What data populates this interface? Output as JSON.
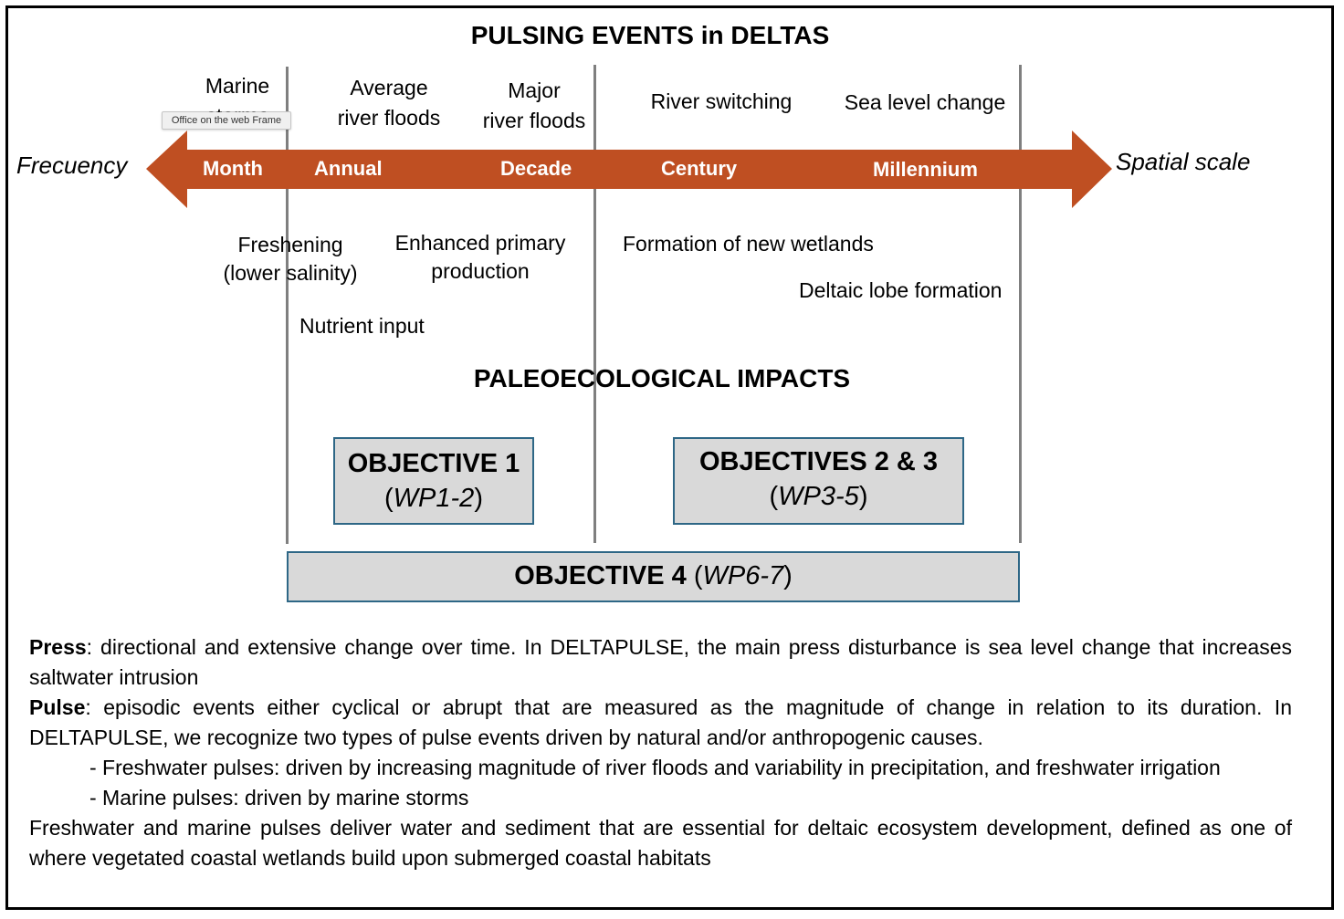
{
  "title": "PULSING EVENTS in DELTAS",
  "subtitle": "PALEOECOLOGICAL IMPACTS",
  "axis": {
    "left_label": "Frecuency",
    "right_label": "Spatial scale",
    "color": "#bf4f22",
    "scales": [
      "Month",
      "Annual",
      "Decade",
      "Century",
      "Millennium"
    ]
  },
  "events": {
    "marine_storms": [
      "Marine",
      "storms"
    ],
    "average_floods": [
      "Average",
      "river floods"
    ],
    "major_floods": [
      "Major",
      "river floods"
    ],
    "river_switching": "River switching",
    "sea_level": "Sea level change"
  },
  "impacts": {
    "freshening": [
      "Freshening",
      "(lower salinity)"
    ],
    "primary_production": [
      "Enhanced primary",
      "production"
    ],
    "nutrient_input": "Nutrient input",
    "new_wetlands": "Formation of new wetlands",
    "lobe_formation": "Deltaic lobe formation"
  },
  "objectives": {
    "obj1": {
      "title": "OBJECTIVE 1",
      "open": "(",
      "wp": "WP1-2",
      "close": ")"
    },
    "obj23": {
      "title": "OBJECTIVES 2 & 3",
      "open": "(",
      "wp": "WP3-5",
      "close": ")"
    },
    "obj4": {
      "title": "OBJECTIVE 4",
      "open": "(",
      "wp": "WP6-7",
      "close": ")"
    },
    "border_color": "#2e6786",
    "fill_color": "#d9d9d9"
  },
  "tooltip": "Office on the web Frame",
  "definitions": {
    "press_term": "Press",
    "press_text": ": directional and extensive change over time. In DELTAPULSE, the main press disturbance is sea level change that increases saltwater intrusion",
    "pulse_term": "Pulse",
    "pulse_text": ": episodic events either cyclical or abrupt that are measured as the magnitude of change in relation to its duration. In DELTAPULSE, we recognize two types of pulse events driven by natural and/or anthropogenic causes.",
    "freshwater_pulses": "- Freshwater pulses: driven by increasing magnitude of river floods and variability in precipitation, and freshwater irrigation",
    "marine_pulses": "- Marine pulses: driven by marine storms",
    "conclusion": "Freshwater and marine pulses deliver water and sediment that are essential for deltaic ecosystem development, defined as one of where vegetated coastal wetlands build upon submerged coastal habitats"
  }
}
